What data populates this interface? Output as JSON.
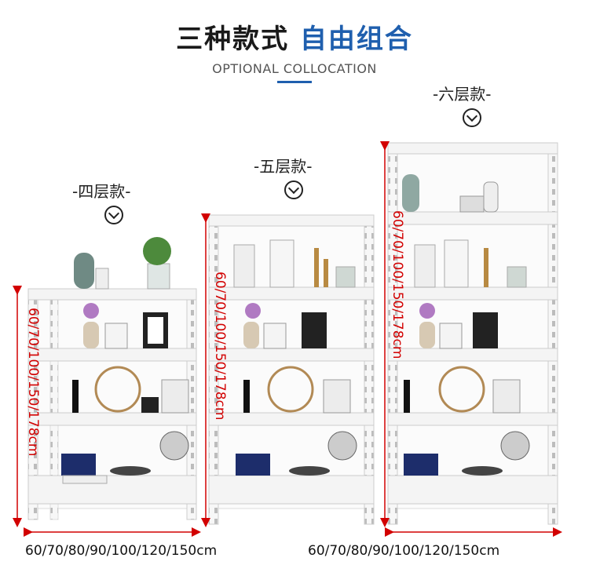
{
  "title": {
    "part1": "三种款式",
    "part2": "自由组合"
  },
  "subtitle": "OPTIONAL COLLOCATION",
  "variants": {
    "four": {
      "label": "-四层款-",
      "height": "60/70/100/150/178cm"
    },
    "five": {
      "label": "-五层款-",
      "height": "60/70/100/150/178cm"
    },
    "six": {
      "label": "-六层款-",
      "height": "60/70/100/150/178cm"
    }
  },
  "widths": {
    "left": "60/70/80/90/100/120/150cm",
    "right": "60/70/80/90/100/120/150cm"
  },
  "colors": {
    "accent": "#1f5fae",
    "dimension": "#d20000",
    "shelf": "#f2f2f2"
  }
}
